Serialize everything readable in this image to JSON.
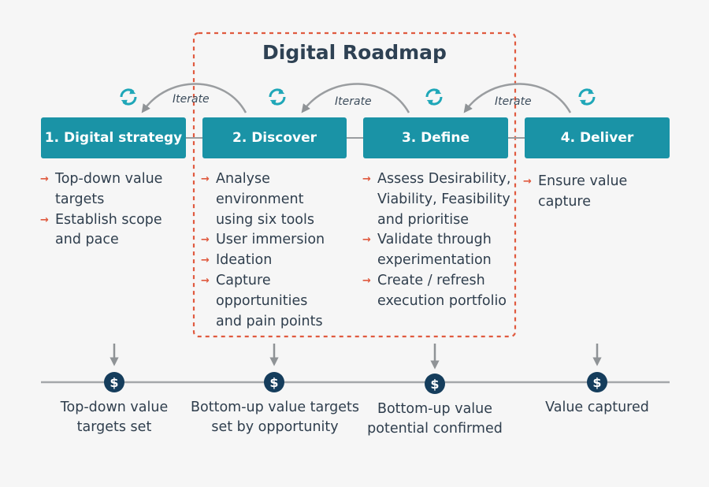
{
  "title": "Digital Roadmap",
  "iterate_label": "Iterate",
  "stages": [
    {
      "label": "1. Digital strategy",
      "bullets": [
        "Top-down value targets",
        "Establish scope and pace"
      ]
    },
    {
      "label": "2. Discover",
      "bullets": [
        "Analyse environment using six tools",
        "User immersion",
        "Ideation",
        "Capture opportunities and pain points"
      ]
    },
    {
      "label": "3. Define",
      "bullets": [
        "Assess Desirability, Viability, Feasibility and prioritise",
        "Validate through experimentation",
        "Create / refresh execution portfolio"
      ]
    },
    {
      "label": "4. Deliver",
      "bullets": [
        "Ensure value capture"
      ]
    }
  ],
  "value_symbol": "$",
  "value_milestones": [
    "Top-down value targets set",
    "Bottom-up value targets set by opportunity",
    "Bottom-up value potential confirmed",
    "Value captured"
  ],
  "colors": {
    "stage_fill": "#1a93a6",
    "arrow_gray": "#9a9da0",
    "dashed_border": "#e05a3f",
    "bullet_arrow": "#e05a3f",
    "dollar_fill": "#153d5c",
    "cycle_icon": "#1fa7b8"
  },
  "icons": [
    "cycle-icon",
    "curved-arrow-icon",
    "down-arrow-icon",
    "dollar-icon",
    "bullet-arrow-icon"
  ]
}
